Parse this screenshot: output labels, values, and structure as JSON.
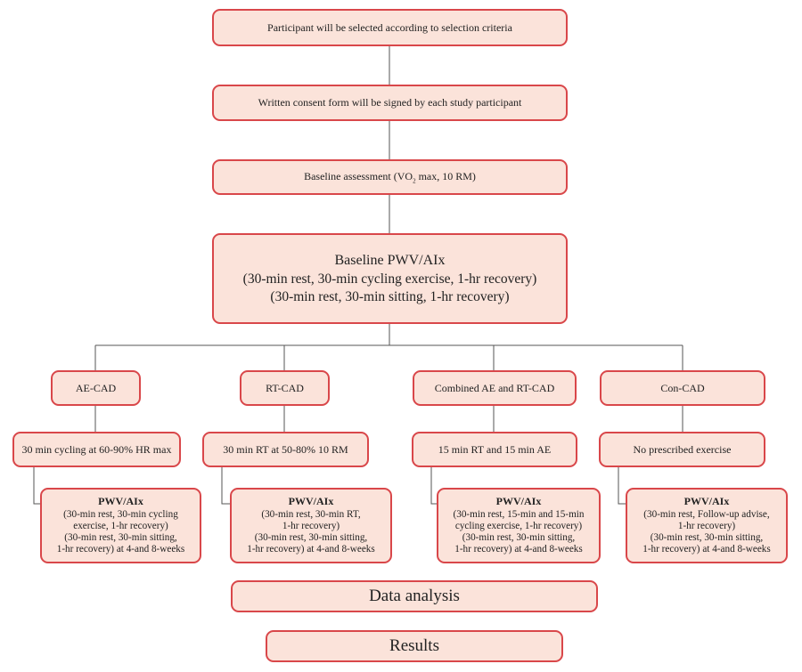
{
  "steps": {
    "selection": "Participant will be selected according to selection criteria",
    "consent": "Written consent form will be signed by each study participant",
    "baseline_assessment_pre": "Baseline assessment (VO",
    "baseline_assessment_sub": "2",
    "baseline_assessment_post": " max, 10 RM)",
    "baseline_pwv": {
      "title": "Baseline PWV/AIx",
      "line1": "(30-min rest, 30-min cycling exercise, 1-hr recovery)",
      "line2": "(30-min rest, 30-min sitting, 1-hr recovery)"
    }
  },
  "groups": [
    {
      "name": "AE-CAD",
      "intervention": "30 min cycling at 60-90% HR max",
      "outcome_title": "PWV/AIx",
      "outcome_lines": [
        "(30-min rest, 30-min cycling",
        "exercise, 1-hr recovery)",
        "(30-min rest, 30-min sitting,",
        "1-hr recovery) at 4-and 8-weeks"
      ]
    },
    {
      "name": "RT-CAD",
      "intervention": "30 min RT at 50-80% 10 RM",
      "outcome_title": "PWV/AIx",
      "outcome_lines": [
        "(30-min rest, 30-min RT,",
        "1-hr recovery)",
        "(30-min rest, 30-min sitting,",
        "1-hr recovery) at 4-and 8-weeks"
      ]
    },
    {
      "name": "Combined AE and RT-CAD",
      "intervention": "15 min RT and 15 min AE",
      "outcome_title": "PWV/AIx",
      "outcome_lines": [
        "(30-min rest, 15-min and 15-min",
        "cycling exercise, 1-hr recovery)",
        "(30-min rest, 30-min sitting,",
        "1-hr recovery) at 4-and 8-weeks"
      ]
    },
    {
      "name": "Con-CAD",
      "intervention": "No prescribed exercise",
      "outcome_title": "PWV/AIx",
      "outcome_lines": [
        "(30-min rest, Follow-up advise,",
        "1-hr recovery)",
        "(30-min rest, 30-min sitting,",
        "1-hr recovery) at 4-and 8-weeks"
      ]
    }
  ],
  "data_analysis": "Data analysis",
  "results": "Results",
  "colors": {
    "box_fill": "#fbe3da",
    "box_border": "#d9474a",
    "connector": "#555555"
  }
}
